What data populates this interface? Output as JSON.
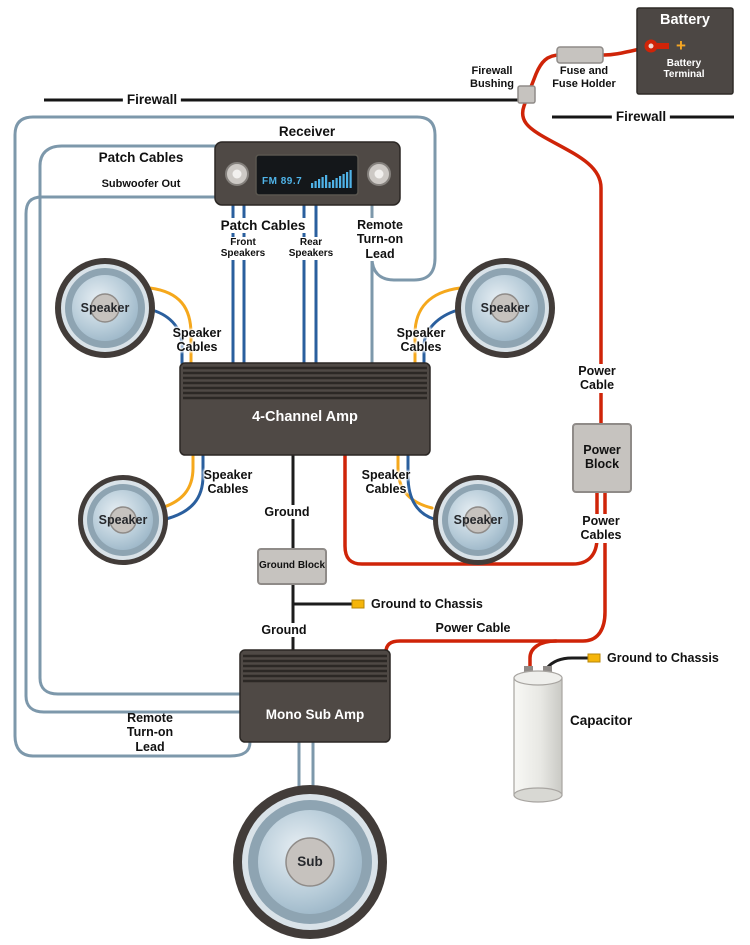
{
  "diagram": {
    "battery": {
      "title": "Battery",
      "terminal": [
        "Battery",
        "Terminal"
      ],
      "plus": "+"
    },
    "fuse": {
      "label": [
        "Fuse and",
        "Fuse Holder"
      ]
    },
    "firewall": {
      "left": "Firewall",
      "right": "Firewall",
      "bushing": [
        "Firewall",
        "Bushing"
      ]
    },
    "receiver": {
      "title": "Receiver",
      "display": "FM 89.7"
    },
    "patch_sub": {
      "line1": "Patch Cables",
      "line2": "Subwoofer Out"
    },
    "patch_main": {
      "title": "Patch Cables",
      "front": [
        "Front",
        "Speakers"
      ],
      "rear": [
        "Rear",
        "Speakers"
      ]
    },
    "remote_top": [
      "Remote",
      "Turn-on",
      "Lead"
    ],
    "remote_bottom": [
      "Remote",
      "Turn-on",
      "Lead"
    ],
    "speakers": {
      "label": "Speaker",
      "cables": [
        "Speaker",
        "Cables"
      ]
    },
    "amp4": {
      "title": "4-Channel Amp"
    },
    "mono_amp": {
      "title": "Mono Sub Amp"
    },
    "sub": {
      "label": "Sub"
    },
    "power": {
      "cable": [
        "Power",
        "Cable"
      ],
      "block": [
        "Power",
        "Block"
      ],
      "cables": [
        "Power",
        "Cables"
      ],
      "cable_bottom": "Power Cable"
    },
    "ground": {
      "label_top": "Ground",
      "block": "Ground Block",
      "to_chassis_1": "Ground to Chassis",
      "label_bottom": "Ground",
      "to_chassis_2": "Ground to Chassis"
    },
    "capacitor": {
      "label": "Capacitor"
    }
  },
  "colors": {
    "power_cable_red": "#cf2408",
    "speaker_wire_yellow": "#f5a81c",
    "speaker_wire_blue": "#2a5f9e",
    "patch_cable_gray_blue": "#7d98ab",
    "ground_wire": "#1c1c1c",
    "component_body": "#4f4945",
    "block_fill": "#c6c3bf",
    "display_text": "#4fb3e8",
    "chassis_terminal_yellow": "#f5b50a"
  }
}
